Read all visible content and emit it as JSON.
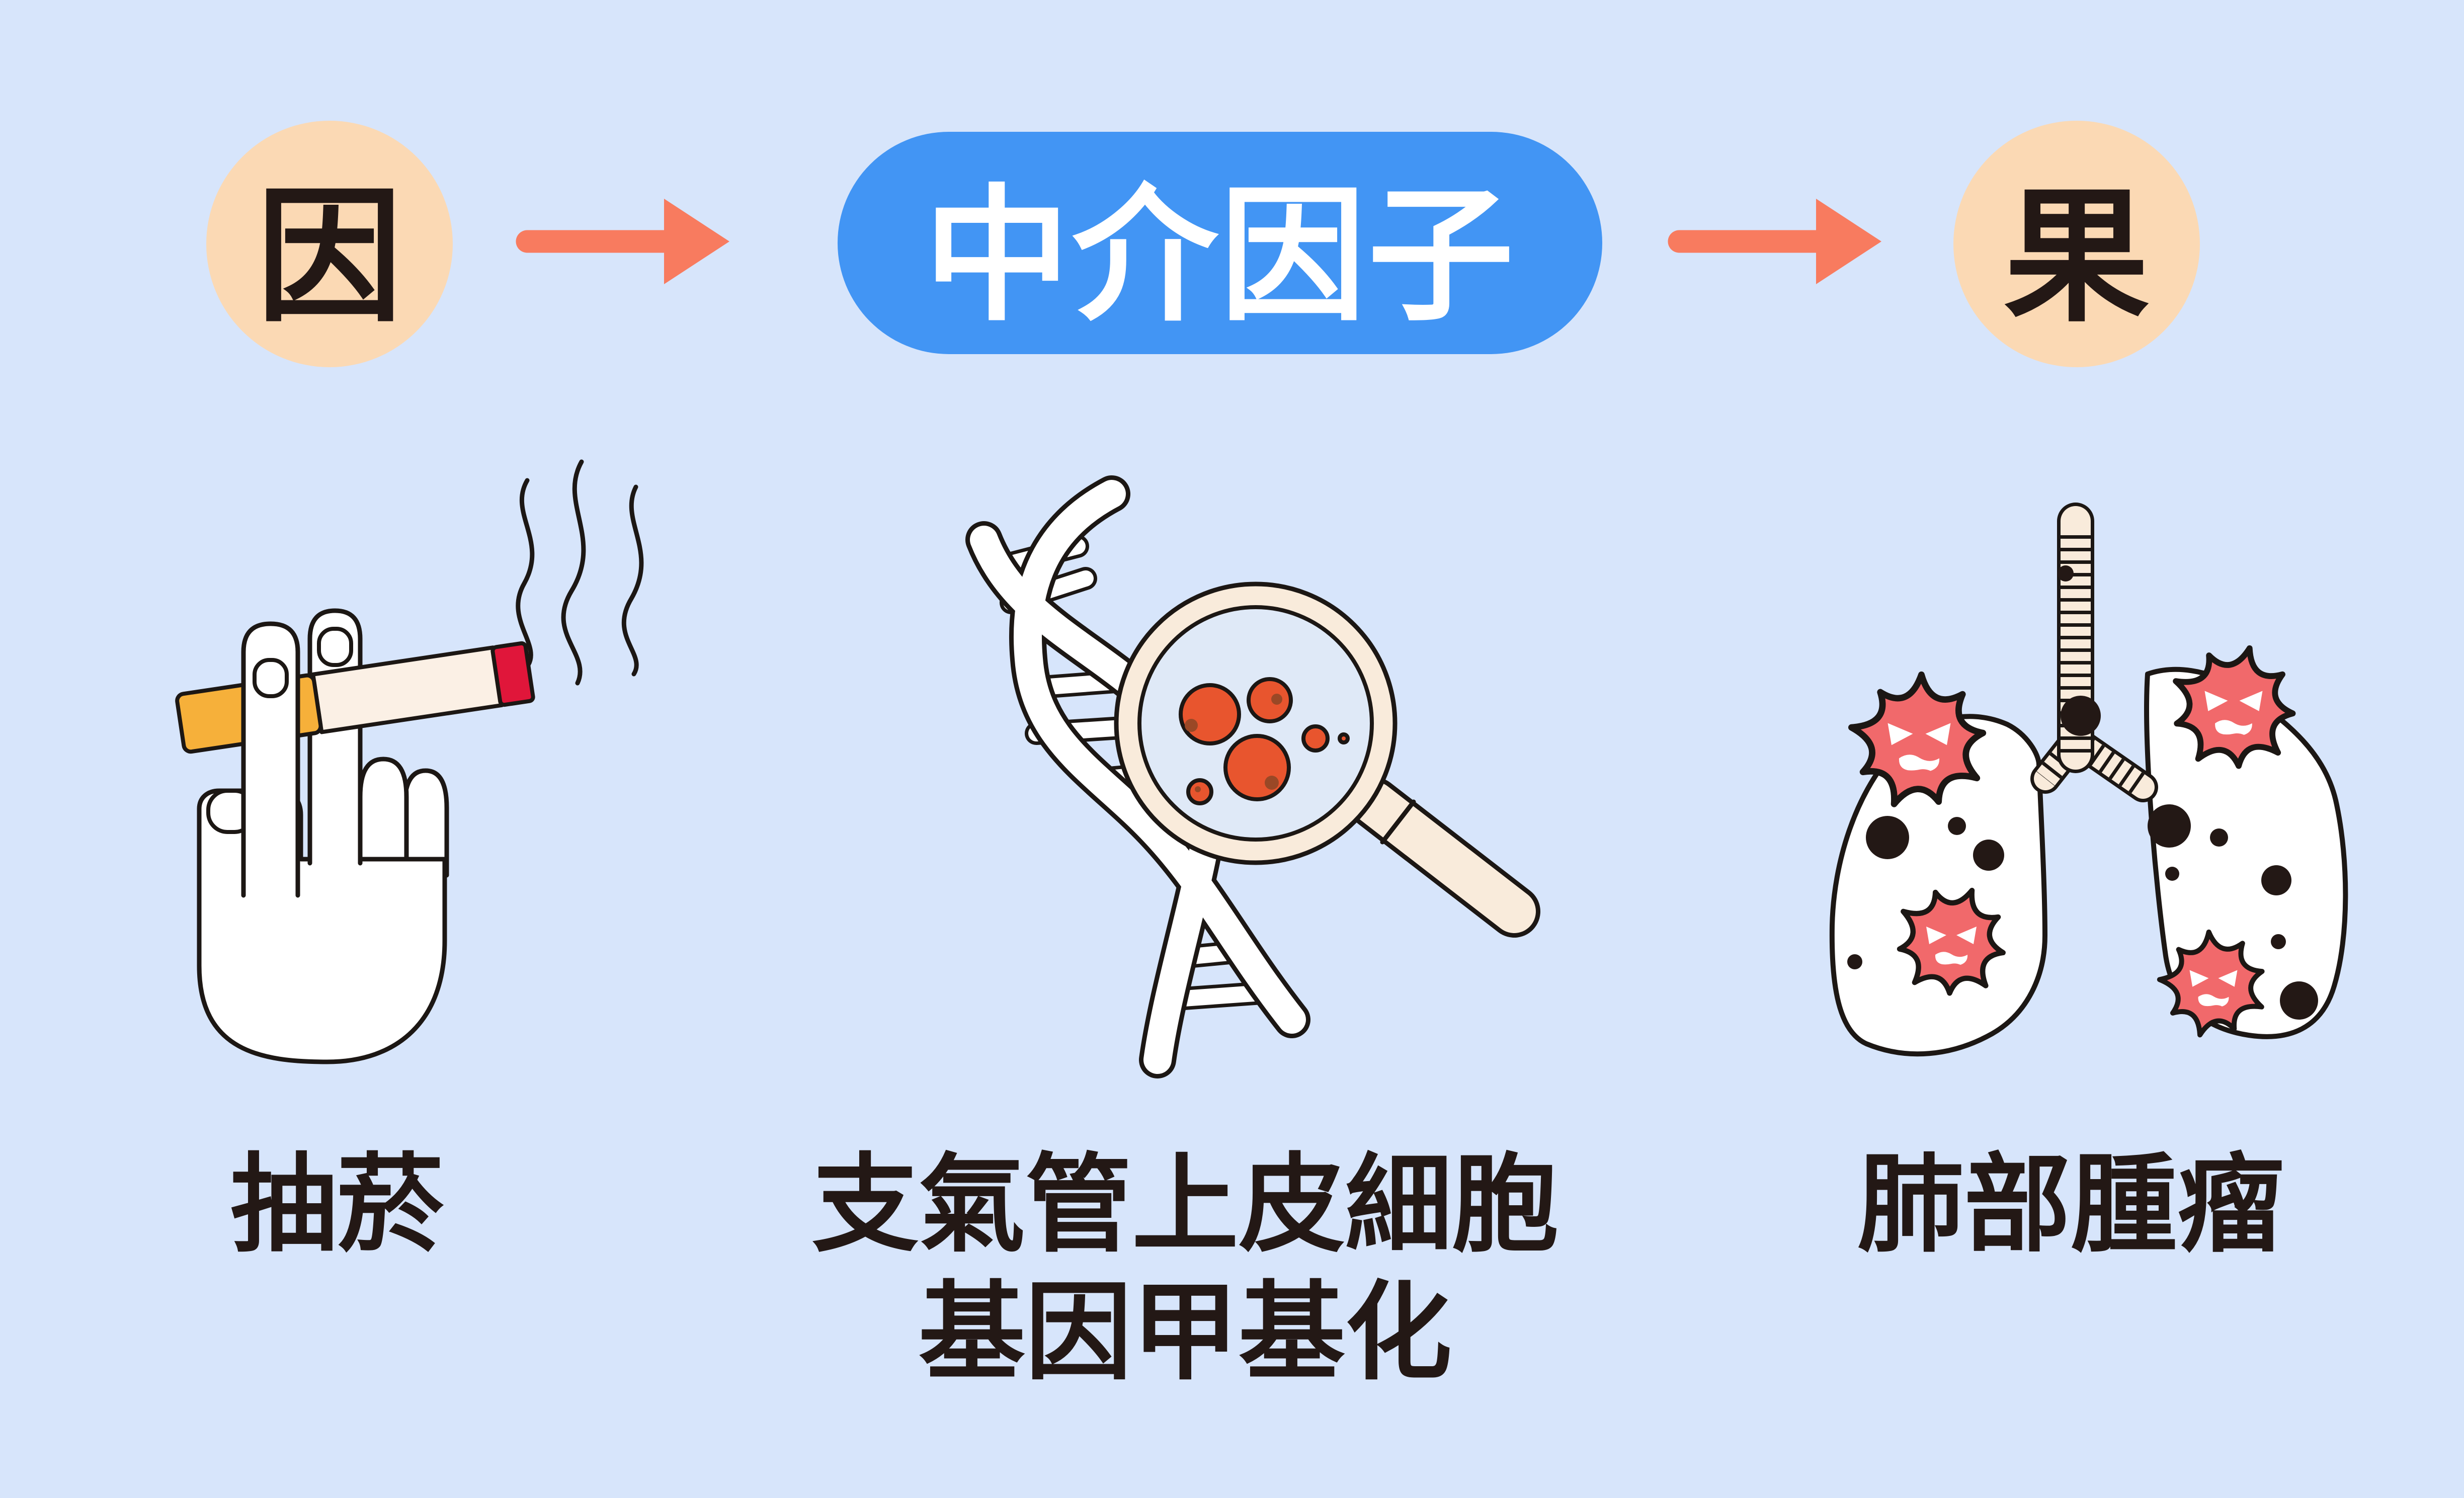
{
  "flow": {
    "cause": {
      "label": "因"
    },
    "mediator": {
      "label": "中介因子"
    },
    "effect": {
      "label": "果"
    }
  },
  "columns": [
    {
      "icon": "hand-cigarette-icon",
      "caption": "抽菸"
    },
    {
      "icon": "dna-methylation-magnifier-icon",
      "caption_line1": "支氣管上皮細胞",
      "caption_line2": "基因甲基化"
    },
    {
      "icon": "lungs-tumor-icon",
      "caption": "肺部腫瘤"
    }
  ],
  "palette": {
    "bg": "#D7E5FB",
    "peach": "#FBD9B4",
    "blue": "#4295F4",
    "arrow": "#F87B5F",
    "ink": "#231815",
    "outline": "#1C1714",
    "white": "#FFFFFF",
    "cream": "#F9EBDB",
    "lens": "#D9E8FC",
    "methyl": "#E8552E",
    "methyl-dot": "#9A4826",
    "tumor": "#F1696B",
    "cig-filter": "#F6B03A",
    "cig-body": "#FBF0E5",
    "cig-tip": "#E0163A"
  }
}
